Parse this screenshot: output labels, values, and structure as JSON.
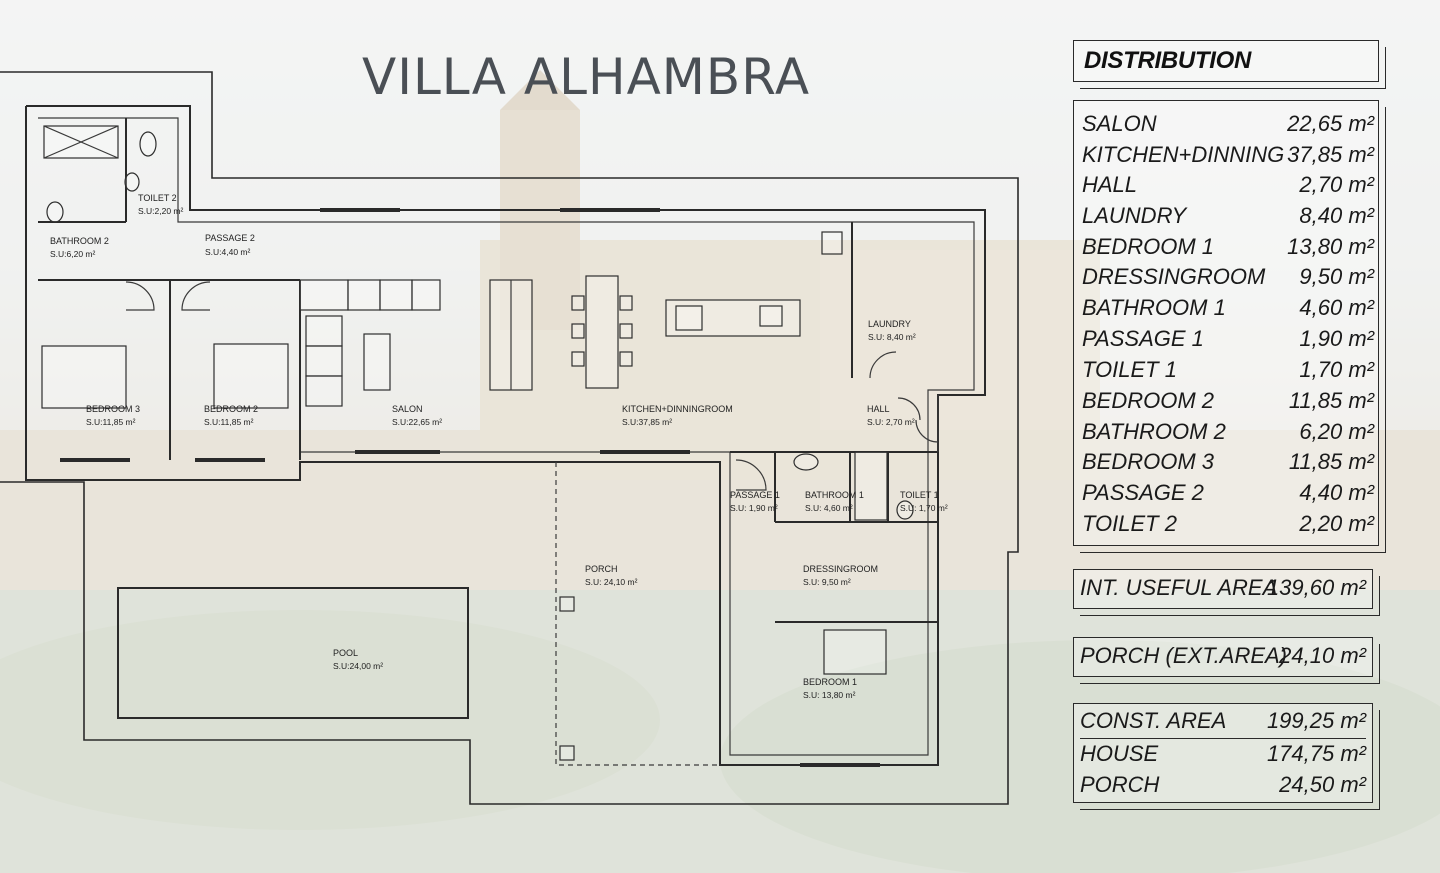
{
  "title": "VILLA ALHAMBRA",
  "colors": {
    "line": "#2a2a2a",
    "title": "#4a4f55"
  },
  "rooms": {
    "toilet2": {
      "name": "TOILET 2",
      "area": "S.U:2,20 m²"
    },
    "bathroom2": {
      "name": "BATHROOM 2",
      "area": "S.U:6,20 m²"
    },
    "passage2": {
      "name": "PASSAGE 2",
      "area": "S.U:4,40 m²"
    },
    "bedroom3": {
      "name": "BEDROOM 3",
      "area": "S.U:11,85 m²"
    },
    "bedroom2": {
      "name": "BEDROOM 2",
      "area": "S.U:11,85 m²"
    },
    "salon": {
      "name": "SALON",
      "area": "S.U:22,65 m²"
    },
    "kitchen": {
      "name": "KITCHEN+DINNINGROOM",
      "area": "S.U:37,85 m²"
    },
    "laundry": {
      "name": "LAUNDRY",
      "area": "S.U: 8,40 m²"
    },
    "hall": {
      "name": "HALL",
      "area": "S.U: 2,70 m²"
    },
    "passage1": {
      "name": "PASSAGE 1",
      "area": "S.U: 1,90 m²"
    },
    "bathroom1": {
      "name": "BATHROOM 1",
      "area": "S.U: 4,60 m²"
    },
    "toilet1": {
      "name": "TOILET 1",
      "area": "S.U: 1,70 m²"
    },
    "porch": {
      "name": "PORCH",
      "area": "S.U: 24,10 m²"
    },
    "dressingroom": {
      "name": "DRESSINGROOM",
      "area": "S.U: 9,50 m²"
    },
    "bedroom1": {
      "name": "BEDROOM 1",
      "area": "S.U: 13,80 m²"
    },
    "pool": {
      "name": "POOL",
      "area": "S.U:24,00 m²"
    }
  },
  "distribution": {
    "heading": "DISTRIBUTION",
    "items": [
      {
        "name": "SALON",
        "area": "22,65 m²"
      },
      {
        "name": "KITCHEN+DINNING",
        "area": "37,85 m²"
      },
      {
        "name": "HALL",
        "area": "2,70 m²"
      },
      {
        "name": "LAUNDRY",
        "area": "8,40 m²"
      },
      {
        "name": "BEDROOM 1",
        "area": "13,80 m²"
      },
      {
        "name": "DRESSINGROOM",
        "area": "9,50 m²"
      },
      {
        "name": "BATHROOM 1",
        "area": "4,60 m²"
      },
      {
        "name": "PASSAGE 1",
        "area": "1,90 m²"
      },
      {
        "name": "TOILET 1",
        "area": "1,70 m²"
      },
      {
        "name": "BEDROOM 2",
        "area": "11,85 m²"
      },
      {
        "name": "BATHROOM 2",
        "area": "6,20 m²"
      },
      {
        "name": "BEDROOM 3",
        "area": "11,85 m²"
      },
      {
        "name": "PASSAGE 2",
        "area": "4,40 m²"
      },
      {
        "name": "TOILET 2",
        "area": "2,20 m²"
      }
    ]
  },
  "summary": {
    "interior": {
      "name": "INT. USEFUL AREA",
      "area": "139,60 m²"
    },
    "porch_ext": {
      "name": "PORCH (EXT.AREA)",
      "area": "24,10 m²"
    },
    "const": {
      "name": "CONST. AREA",
      "area": "199,25 m²"
    },
    "house": {
      "name": "HOUSE",
      "area": "174,75 m²"
    },
    "porch": {
      "name": "PORCH",
      "area": "24,50 m²"
    }
  }
}
